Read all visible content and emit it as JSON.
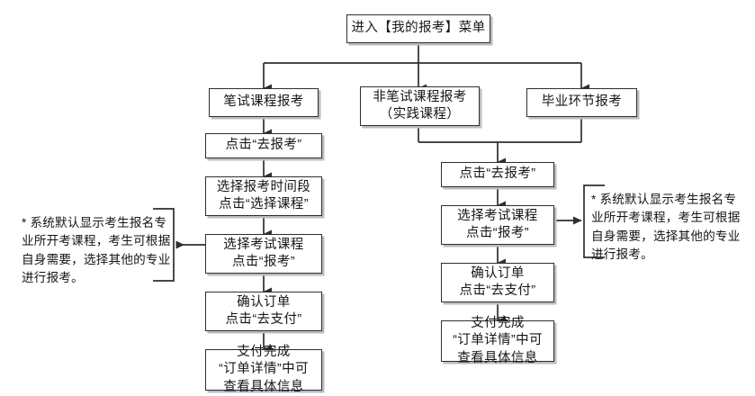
{
  "diagram": {
    "title_box": {
      "label": "进入【我的报考】菜单"
    },
    "branches": {
      "written": {
        "label": "笔试课程报考"
      },
      "non_written": {
        "label": "非笔试课程报考\n（实践课程）"
      },
      "graduation": {
        "label": "毕业环节报考"
      }
    },
    "left_flow": [
      {
        "id": "left-apply",
        "label": "点击“去报考”"
      },
      {
        "id": "left-period",
        "label": "选择报考时间段\n点击“选择课程”"
      },
      {
        "id": "left-course",
        "label": "选择考试课程\n点击“报考”"
      },
      {
        "id": "left-order",
        "label": "确认订单\n点击“去支付”"
      },
      {
        "id": "left-paid",
        "label": "支付完成\n“订单详情”中可\n查看具体信息"
      }
    ],
    "right_flow": [
      {
        "id": "right-apply",
        "label": "点击“去报考”"
      },
      {
        "id": "right-course",
        "label": "选择考试课程\n点击“报考”"
      },
      {
        "id": "right-order",
        "label": "确认订单\n点击“去支付”"
      },
      {
        "id": "right-paid",
        "label": "支付完成\n“订单详情”中可\n查看具体信息"
      }
    ],
    "notes": {
      "left": "* 系统默认显示考生报名专\n业所开考课程，考生可根据\n自身需要，选择其他的专业\n进行报考。",
      "right": "* 系统默认显示考生报名专\n业所开考课程，考生可根据\n自身需要，选择其他的专业\n进行报考。"
    },
    "colors": {
      "border": "#2b2f33",
      "shadow": "#b9bcc0",
      "line": "#2b2f33",
      "text": "#141618",
      "background": "#ffffff"
    }
  }
}
